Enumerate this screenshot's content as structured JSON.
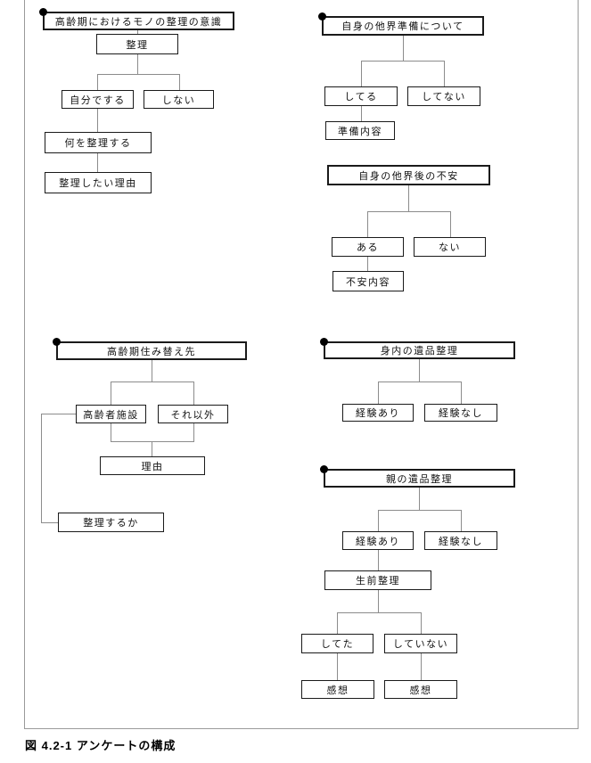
{
  "caption": "図 4.2-1 アンケートの構成",
  "colors": {
    "background": "#ffffff",
    "box_border": "#1a1a1a",
    "connector": "#8c8c8c",
    "frame": "#9a9a9a",
    "dot": "#000000"
  },
  "trees": {
    "mono_seiri": {
      "root": "高齢期におけるモノの整理の意識",
      "seiri": "整理",
      "jibun_de_suru": "自分でする",
      "shinai": "しない",
      "nani_wo_seiri": "何を整理する",
      "seiri_shitai_riyu": "整理したい理由"
    },
    "takai_junbi": {
      "root": "自身の他界準備について",
      "shiteru": "してる",
      "shitenai": "してない",
      "junbi_naiyo": "準備内容",
      "takaigo_fuan": "自身の他界後の不安",
      "aru": "ある",
      "nai": "ない",
      "fuan_naiyo": "不安内容"
    },
    "sumikae": {
      "root": "高齢期住み替え先",
      "koureisha_shisetsu": "高齢者施設",
      "sore_igai": "それ以外",
      "riyu": "理由",
      "seiri_suruka": "整理するか"
    },
    "miuchi_ihin": {
      "root": "身内の遺品整理",
      "keiken_ari": "経験あり",
      "keiken_nashi": "経験なし"
    },
    "oya_ihin": {
      "root": "親の遺品整理",
      "keiken_ari": "経験あり",
      "keiken_nashi": "経験なし",
      "seizen_seiri": "生前整理",
      "shiteta": "してた",
      "shiteinai": "していない",
      "kanso_shiteta": "感想",
      "kanso_shiteinai": "感想"
    }
  }
}
